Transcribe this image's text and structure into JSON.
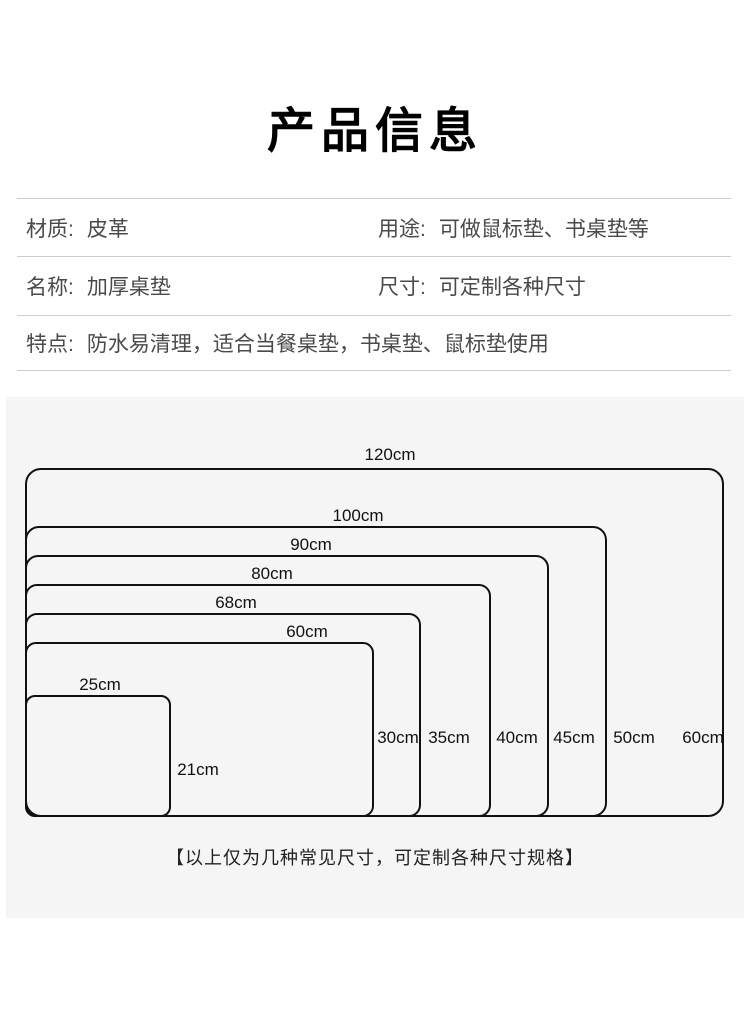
{
  "title": "产品信息",
  "info": {
    "rows": [
      {
        "left_label": "材质:",
        "left_value": "皮革",
        "right_label": "用途:",
        "right_value": "可做鼠标垫、书桌垫等"
      },
      {
        "left_label": "名称:",
        "left_value": "加厚桌垫",
        "right_label": "尺寸:",
        "right_value": "可定制各种尺寸"
      }
    ],
    "feature_label": "特点:",
    "feature_value": "防水易清理，适合当餐桌垫，书桌垫、鼠标垫使用"
  },
  "diagram": {
    "type": "nested-size-diagram",
    "sizes": [
      {
        "width_label": "120cm",
        "height_label": "60cm",
        "width_cm": 120,
        "height_cm": 60
      },
      {
        "width_label": "100cm",
        "height_label": "50cm",
        "width_cm": 100,
        "height_cm": 50
      },
      {
        "width_label": "90cm",
        "height_label": "45cm",
        "width_cm": 90,
        "height_cm": 45
      },
      {
        "width_label": "80cm",
        "height_label": "40cm",
        "width_cm": 80,
        "height_cm": 40
      },
      {
        "width_label": "68cm",
        "height_label": "35cm",
        "width_cm": 68,
        "height_cm": 35
      },
      {
        "width_label": "60cm",
        "height_label": "30cm",
        "width_cm": 60,
        "height_cm": 30
      },
      {
        "width_label": "25cm",
        "height_label": "21cm",
        "width_cm": 25,
        "height_cm": 21
      }
    ],
    "note": "【以上仅为几种常见尺寸，可定制各种尺寸规格】",
    "colors": {
      "panel_bg": "#f5f5f5",
      "line": "#111111",
      "text": "#4a4a4a"
    }
  }
}
